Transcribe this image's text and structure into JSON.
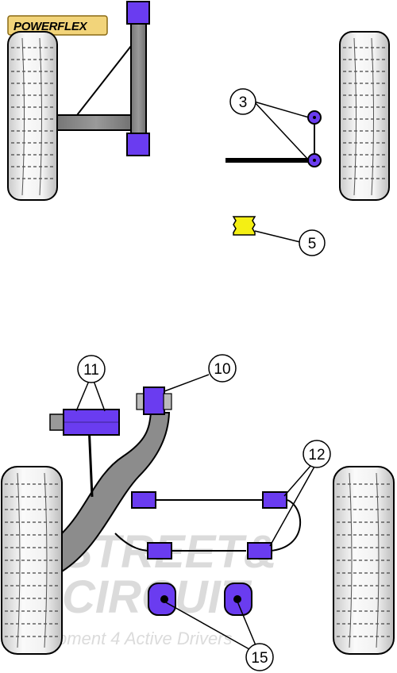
{
  "brand": {
    "logo_text": "POWERFLEX"
  },
  "watermark": {
    "line1": "STREET&",
    "line2": "CIRCUIT",
    "tagline": "Equipment 4 Active Drivers"
  },
  "callouts": [
    {
      "id": "3",
      "label": "3"
    },
    {
      "id": "5",
      "label": "5"
    },
    {
      "id": "11",
      "label": "11"
    },
    {
      "id": "10",
      "label": "10"
    },
    {
      "id": "12",
      "label": "12"
    },
    {
      "id": "15",
      "label": "15"
    }
  ],
  "colors": {
    "bush": "#6a3cf0",
    "bush_yellow": "#f4ef14",
    "tyre": "#ececec",
    "arm": "#8c8c8c",
    "logo_bg": "#f2d47a"
  }
}
